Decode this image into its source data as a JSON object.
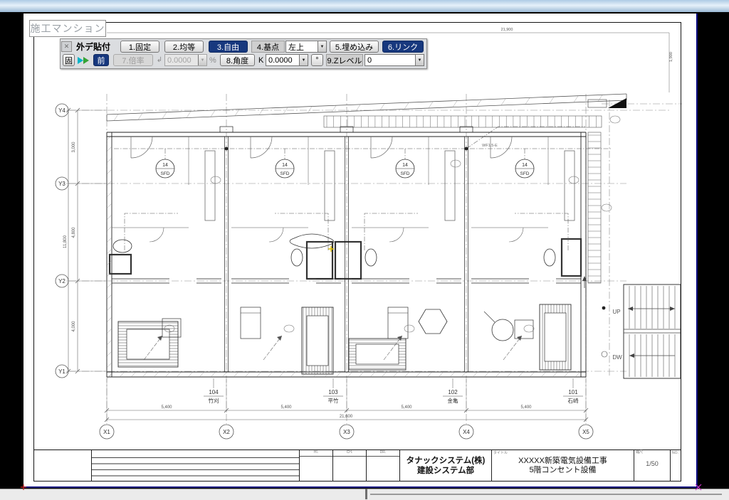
{
  "window": {
    "doc_tab_title": "施工マンション"
  },
  "icons": {
    "close": "✕",
    "dropdown": "▼",
    "spinner": "▼",
    "return_arrow": "↲"
  },
  "colors": {
    "accent_navy": "#17387e",
    "arrow_cyan": "#00b4c8",
    "arrow_green": "#36a336",
    "paper_edge_blue": "#00007d"
  },
  "toolbar": {
    "title": "外デ貼付",
    "row1": {
      "fixed": "1.固定",
      "equal": "2.均等",
      "free": "3.自由",
      "base_point_label": "4.基点",
      "base_point_value": "左上",
      "embed": "5.埋め込み",
      "link": "6.リンク"
    },
    "row2": {
      "fix_btn": "固",
      "prev_btn": "前",
      "scale_btn": "7.倍率",
      "scale_value": "0.0000",
      "percent_label": "%",
      "angle_btn": "8.角度",
      "k_label": "K",
      "angle_value": "0.0000",
      "degree_label": "°",
      "zlevel_label": "9.Zレベル",
      "zlevel_value": "0"
    }
  },
  "plan": {
    "grid_x": [
      "X1",
      "X2",
      "X3",
      "X4",
      "X5"
    ],
    "grid_y": [
      "Y4",
      "Y3",
      "Y2",
      "Y1"
    ],
    "dim_bays_x": [
      "5,400",
      "5,400",
      "5,400",
      "5,400"
    ],
    "dim_total_x": "21,600",
    "dim_top": "21,900",
    "dim_left": [
      "3,000",
      "4,800",
      "4,000"
    ],
    "dim_total_y": "11,800",
    "dim_right_top": "1,900",
    "units": [
      {
        "number": "104",
        "name": "竹刈"
      },
      {
        "number": "103",
        "name": "平竹"
      },
      {
        "number": "102",
        "name": "金亀"
      },
      {
        "number": "101",
        "name": "石崎"
      }
    ],
    "detector_top": "14",
    "detector_bottom": "SFD",
    "up_label": "UP",
    "down_label": "DW",
    "cable_label": "WF1.5-E"
  },
  "titleblock": {
    "col_headers": [
      "HI.",
      "CH.",
      "DR."
    ],
    "company_line1": "タナックシステム(株)",
    "company_line2": "建設システム部",
    "title_header": "タイトル",
    "title_line1": "XXXXX新築電気設備工事",
    "title_line2": "5階コンセント設備",
    "scale_header": "縮尺",
    "scale_value": "1/50",
    "no_header": "NO."
  }
}
